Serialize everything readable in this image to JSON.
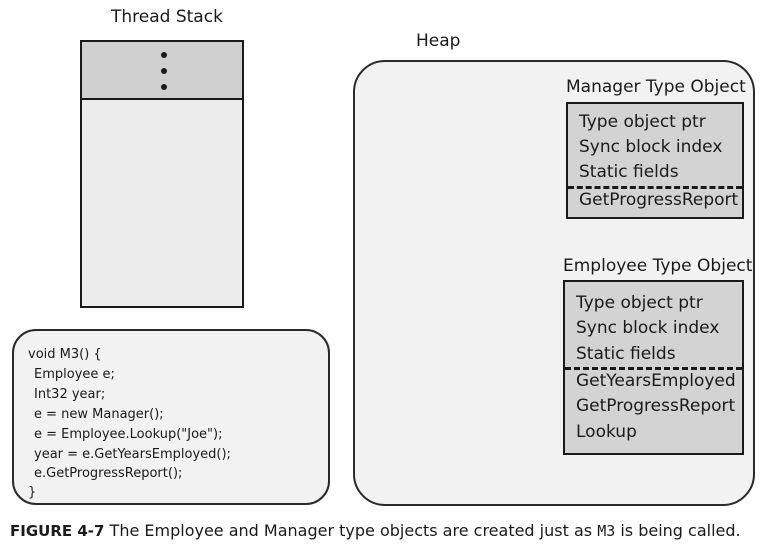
{
  "thread_stack": {
    "title": "Thread Stack"
  },
  "heap": {
    "title": "Heap",
    "manager_type_object": {
      "title": "Manager Type Object",
      "fields": [
        "Type object ptr",
        "Sync block index",
        "Static fields"
      ],
      "methods": [
        "GetProgressReport"
      ]
    },
    "employee_type_object": {
      "title": "Employee Type Object",
      "fields": [
        "Type object ptr",
        "Sync block index",
        "Static fields"
      ],
      "methods": [
        "GetYearsEmployed",
        "GetProgressReport",
        "Lookup"
      ]
    }
  },
  "code": {
    "lines": [
      "void M3() {",
      "Employee e;",
      "Int32 year;",
      "e = new Manager();",
      "e = Employee.Lookup(\"Joe\");",
      "year = e.GetYearsEmployed();",
      "e.GetProgressReport();",
      "}"
    ]
  },
  "caption": {
    "label": "FIGURE 4-7",
    "text_before": "The Employee and Manager type objects are created just as",
    "code": "M3",
    "text_after": "is being called."
  }
}
